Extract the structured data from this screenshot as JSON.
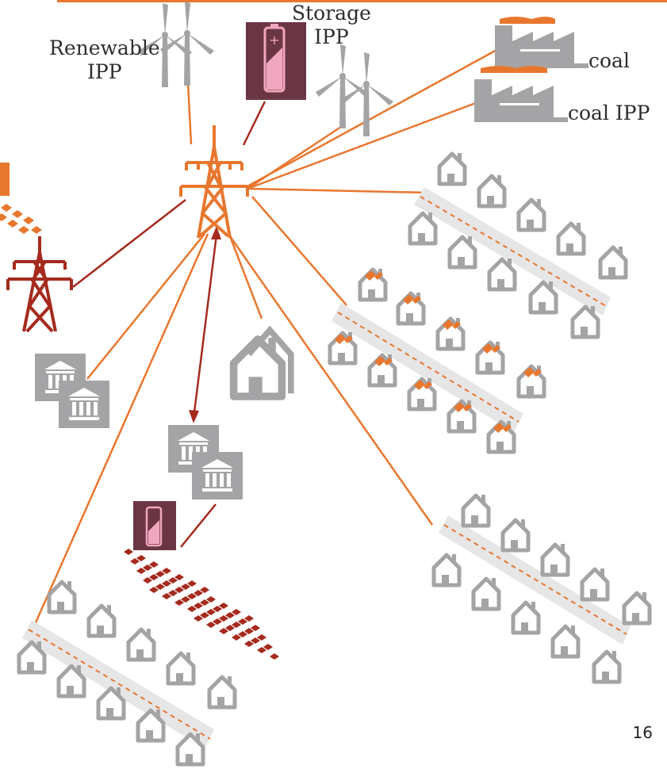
{
  "labels": {
    "renewable_ipp": "Renewable\nIPP",
    "storage_ipp": "Storage\nIPP",
    "coal": "coal",
    "coal_ipp": "coal IPP"
  },
  "page_number": "16",
  "colors": {
    "orange": "#e8772e",
    "dark_red": "#a52a1d",
    "gray": "#a4a4a6",
    "battery": "#6b3644",
    "battery_fill": "#f1a6bf"
  },
  "icons": {
    "main_tower": "transmission-tower-icon",
    "secondary_tower": "transmission-tower-icon",
    "wind": "wind-turbine-icon",
    "battery": "battery-icon",
    "factory": "factory-icon",
    "institution": "institution-icon",
    "house": "house-icon",
    "solar": "solar-panel-icon"
  }
}
